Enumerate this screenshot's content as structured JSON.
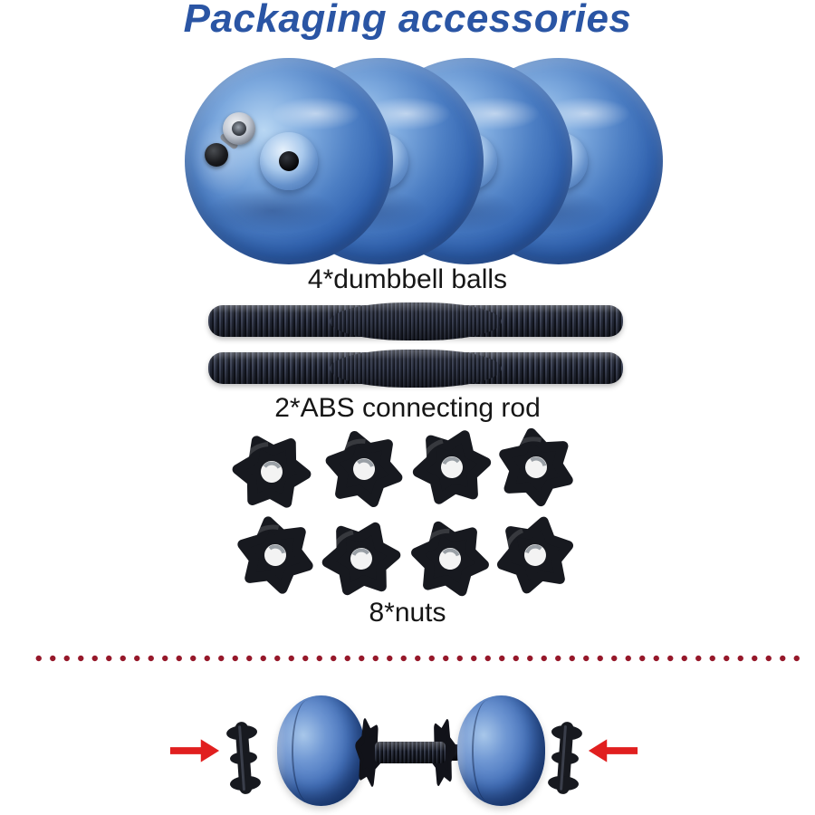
{
  "title": {
    "text": "Packaging accessories"
  },
  "sections": {
    "balls": {
      "label": "4*dumbbell balls",
      "count": 4
    },
    "rods": {
      "label": "2*ABS connecting rod",
      "count": 2
    },
    "nuts": {
      "label": "8*nuts",
      "count": 8
    }
  },
  "divider": {
    "style": "dotted-line",
    "color": "#96182a"
  },
  "assembly": {
    "left_arrow_icon": "red-arrow-pointing-right",
    "right_arrow_icon": "red-arrow-pointing-left",
    "parts_shown": [
      "side-nut",
      "dumbbell-ball",
      "connecting-rod-with-nuts",
      "dumbbell-ball",
      "side-nut"
    ]
  },
  "colors": {
    "background": "#ffffff",
    "title_blue": "#2a55a4",
    "ball_blue": "#4d7fc4",
    "part_black": "#17191f",
    "divider_red": "#96182a",
    "arrow_red": "#e11f1f",
    "label_black": "#161616"
  }
}
